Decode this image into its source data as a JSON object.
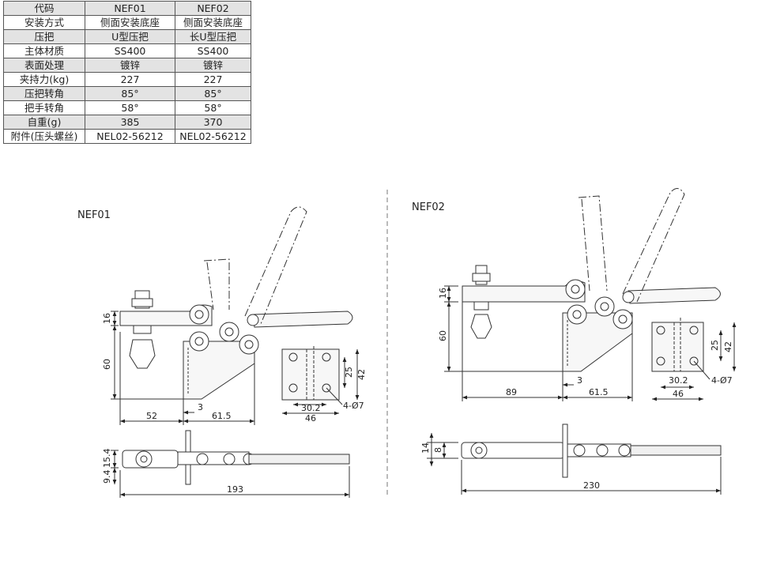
{
  "spec_table": {
    "header": [
      "代码",
      "NEF01",
      "NEF02"
    ],
    "rows": [
      [
        "安装方式",
        "侧面安装底座",
        "侧面安装底座"
      ],
      [
        "压把",
        "U型压把",
        "长U型压把"
      ],
      [
        "主体材质",
        "SS400",
        "SS400"
      ],
      [
        "表面处理",
        "镀锌",
        "镀锌"
      ],
      [
        "夹持力(kg)",
        "227",
        "227"
      ],
      [
        "压把转角",
        "85°",
        "85°"
      ],
      [
        "把手转角",
        "58°",
        "58°"
      ],
      [
        "自重(g)",
        "385",
        "370"
      ],
      [
        "附件(压头螺丝)",
        "NEL02-56212",
        "NEL02-56212"
      ]
    ]
  },
  "drawings": {
    "nef01": {
      "title": "NEF01",
      "dims": {
        "d16": "16",
        "d60": "60",
        "d52": "52",
        "d3": "3",
        "d615": "61.5",
        "d25": "25",
        "d42": "42",
        "d302": "30.2",
        "d46": "46",
        "d4d7": "4-Ø7",
        "d154": "15.4",
        "d94": "9.4",
        "d193": "193"
      }
    },
    "nef02": {
      "title": "NEF02",
      "dims": {
        "d16": "16",
        "d60": "60",
        "d89": "89",
        "d3": "3",
        "d615": "61.5",
        "d25": "25",
        "d42": "42",
        "d302": "30.2",
        "d46": "46",
        "d4d7": "4-Ø7",
        "d14": "14",
        "d8": "8",
        "d230": "230"
      }
    }
  }
}
